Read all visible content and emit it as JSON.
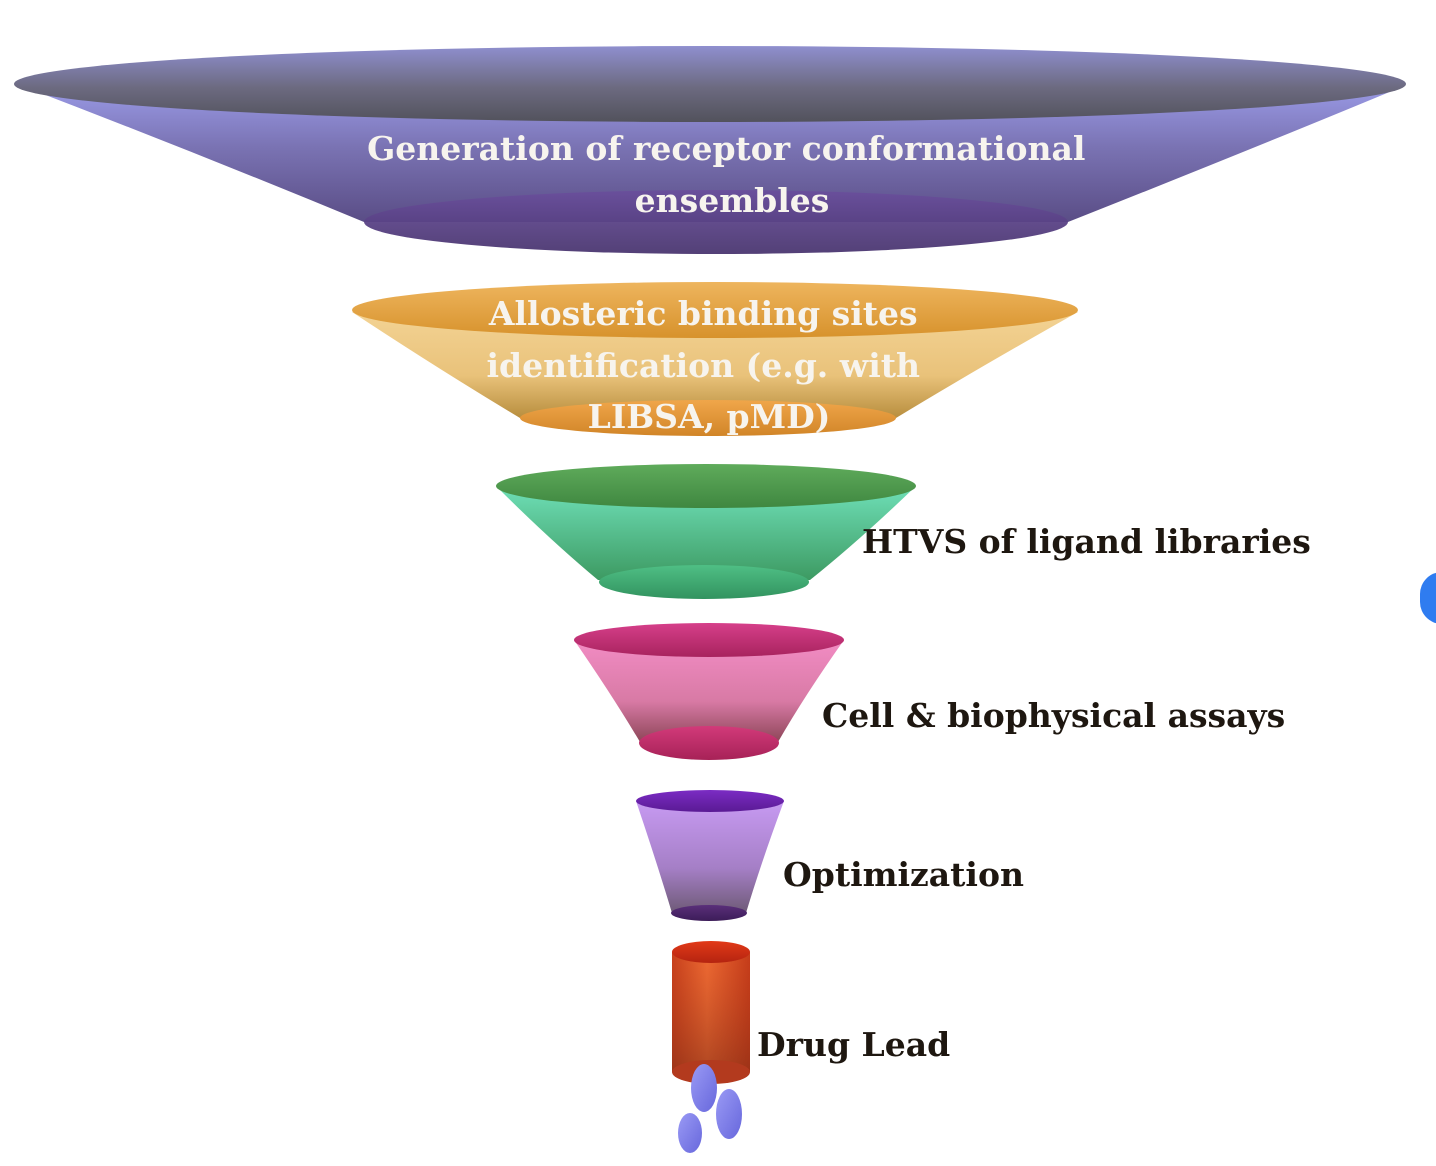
{
  "funnel": {
    "stages": [
      {
        "id": "conformational-ensembles",
        "lines": [
          "Generation of  receptor conformational",
          "ensembles"
        ],
        "color": "#8f8fd8"
      },
      {
        "id": "binding-sites",
        "lines": [
          "Allosteric binding sites",
          "identification (e.g. with",
          "LIBSA, pMD)"
        ],
        "color": "#e8a84a"
      },
      {
        "id": "htvs",
        "lines": [
          "HTVS of  ligand libraries"
        ],
        "color": "#5ac99a"
      },
      {
        "id": "assays",
        "lines": [
          "Cell & biophysical assays"
        ],
        "color": "#e06aa0"
      },
      {
        "id": "optimization",
        "lines": [
          "Optimization"
        ],
        "color": "#b48ad8"
      },
      {
        "id": "drug-lead",
        "lines": [
          "Drug Lead"
        ],
        "color": "#e0552a"
      }
    ],
    "drop_color": "#7a7ae8"
  }
}
